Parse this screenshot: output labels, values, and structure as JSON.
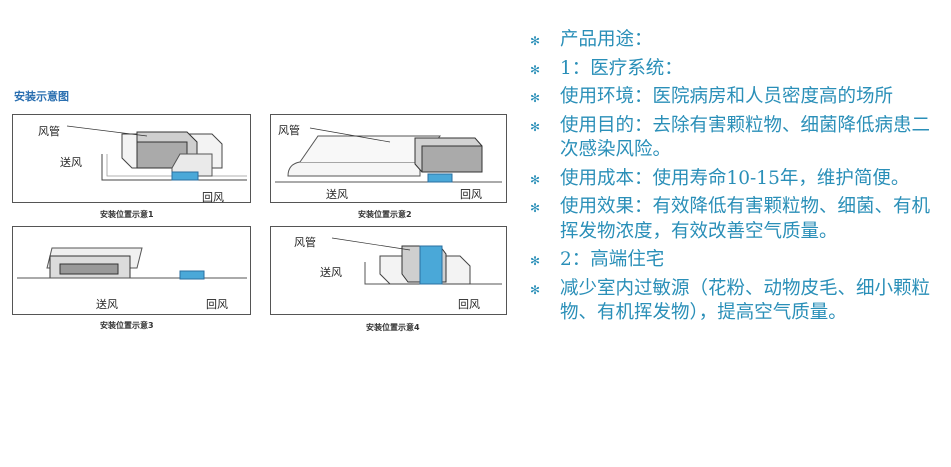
{
  "diagram": {
    "title": "安装示意图",
    "panels": [
      {
        "labels": {
          "duct": "风管",
          "supply": "送风",
          "return": "回风"
        },
        "caption": "安装位置示意1"
      },
      {
        "labels": {
          "duct": "风管",
          "supply": "送风",
          "return": "回风"
        },
        "caption": "安装位置示意2"
      },
      {
        "labels": {
          "supply": "送风",
          "return": "回风"
        },
        "caption": "安装位置示意3"
      },
      {
        "labels": {
          "duct": "风管",
          "supply": "送风",
          "return": "回风"
        },
        "caption": "安装位置示意4"
      }
    ]
  },
  "bullets": [
    "产品用途：",
    "1：医疗系统：",
    "使用环境：医院病房和人员密度高的场所",
    "使用目的：去除有害颗粒物、细菌降低病患二次感染风险。",
    "使用成本：使用寿命10-15年，维护简便。",
    "使用效果：有效降低有害颗粒物、细菌、有机挥发物浓度，有效改善空气质量。",
    "2：高端住宅",
    "减少室内过敏源（花粉、动物皮毛、细小颗粒物、有机挥发物），提高空气质量。"
  ],
  "colors": {
    "text": "#2a8fb8",
    "title": "#2a6fb0",
    "vent": "#4aa8d8"
  }
}
